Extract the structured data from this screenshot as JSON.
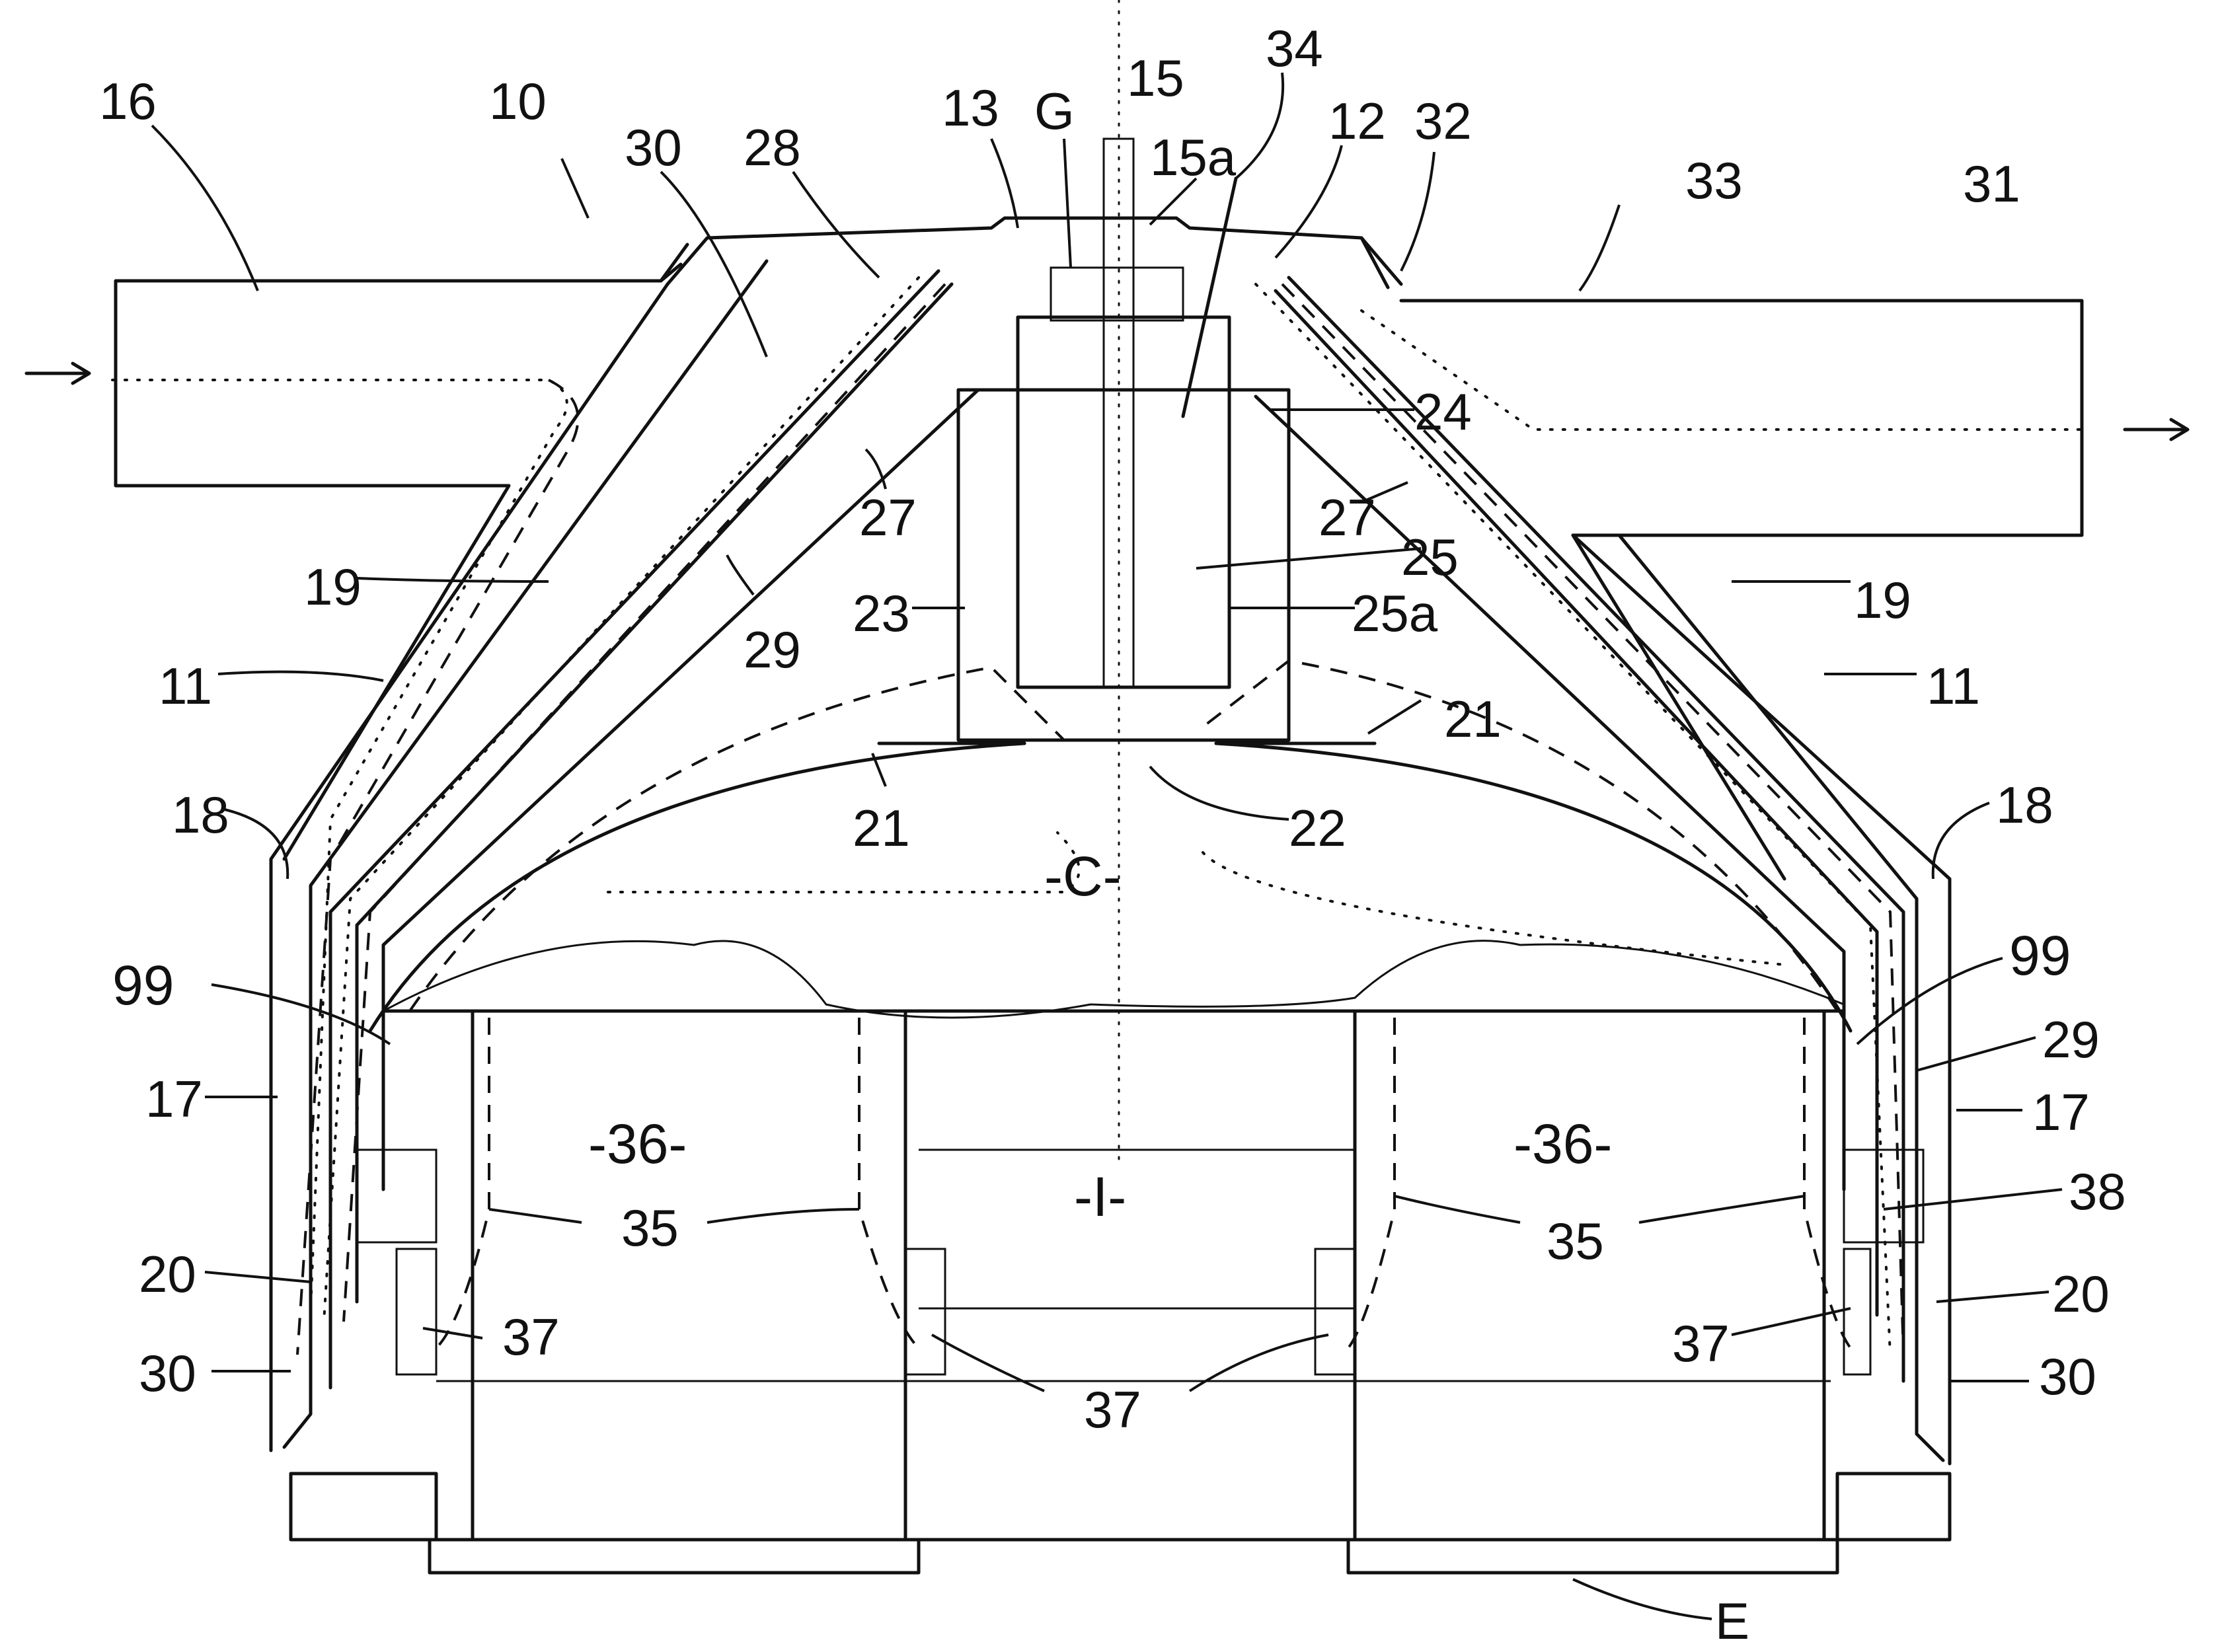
{
  "labels": {
    "l16": "16",
    "l10": "10",
    "l30_top": "30",
    "l28": "28",
    "l13": "13",
    "lG": "G",
    "l15": "15",
    "l34": "34",
    "l12": "12",
    "l32": "32",
    "l33": "33",
    "l31": "31",
    "l15a": "15a",
    "l24": "24",
    "l27_left": "27",
    "l27_right": "27",
    "l25": "25",
    "l25a": "25a",
    "l23": "23",
    "l19_left": "19",
    "l19_right": "19",
    "l29_left": "29",
    "l11_left": "11",
    "l11_right": "11",
    "l21_left": "21",
    "l21_right": "21",
    "l22": "22",
    "lC": "-C-",
    "l18_left": "18",
    "l18_right": "18",
    "l99_left": "99",
    "l99_right": "99",
    "l29_right": "29",
    "l17_left": "17",
    "l17_right": "17",
    "l36_left": "-36-",
    "l36_right": "-36-",
    "lI": "-I-",
    "l35_left": "35",
    "l35_right": "35",
    "l38": "38",
    "l20_left": "20",
    "l20_right": "20",
    "l37_left": "37",
    "l37_mid": "37",
    "l37_right": "37",
    "l30_left": "30",
    "l30_right": "30",
    "lE": "E"
  }
}
